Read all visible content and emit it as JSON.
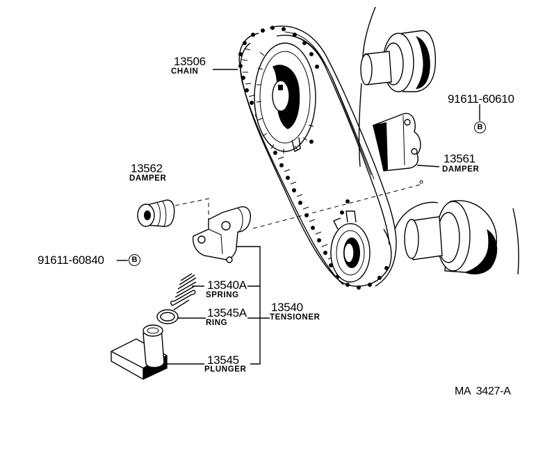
{
  "parts": {
    "chain": {
      "number": "13506",
      "name": "CHAIN"
    },
    "damper_r": {
      "number": "13561",
      "name": "DAMPER"
    },
    "damper_l": {
      "number": "13562",
      "name": "DAMPER"
    },
    "spring": {
      "number": "13540A",
      "name": "SPRING"
    },
    "ring": {
      "number": "13545A",
      "name": "RING"
    },
    "tensioner": {
      "number": "13540",
      "name": "TENSIONER"
    },
    "plunger": {
      "number": "13545",
      "name": "PLUNGER"
    },
    "bolt_upper": {
      "number": "91611-60610",
      "ref": "B"
    },
    "bolt_left": {
      "number": "91611-60840",
      "ref": "B"
    }
  },
  "figure_code": "MA  3427-A"
}
